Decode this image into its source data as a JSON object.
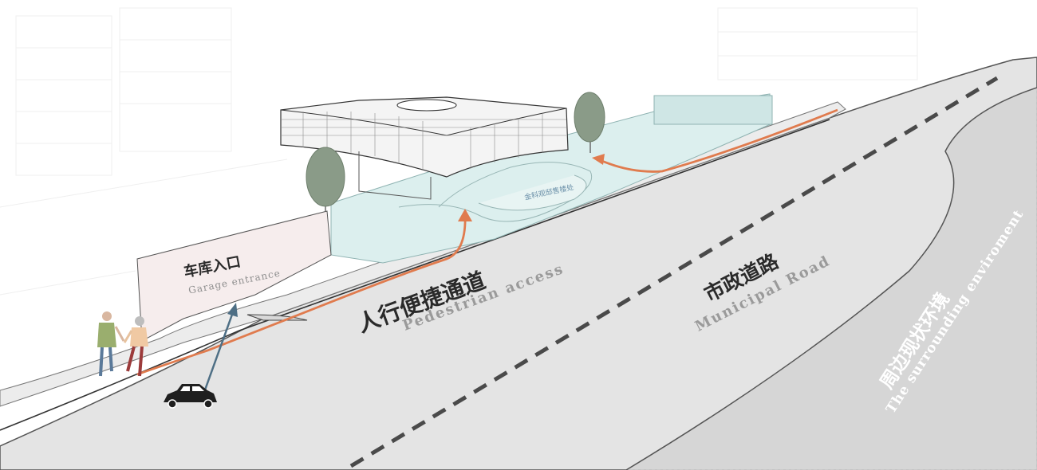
{
  "labels": {
    "garage_zh": "车库入口",
    "garage_en": "Garage entrance",
    "pedestrian_zh": "人行便捷通道",
    "pedestrian_en": "Pedestrian access",
    "road_zh": "市政道路",
    "road_en": "Municipal Road",
    "surround_zh": "周边现状环境",
    "surround_en": "The surrounding enviroment",
    "building_sign": "金科观邸售楼处"
  },
  "colors": {
    "road": "#e4e4e4",
    "surrounding": "#d6d6d6",
    "glass": "#dcefee",
    "garage_wall": "#f6eded",
    "tree": "#8a9b88",
    "pedestrian_path": "#e07b4e",
    "vehicle_arrow": "#4e6f85",
    "road_dash": "#4a4a4a"
  },
  "icons": {
    "car": "car-icon",
    "people": "elderly-couple-icon",
    "trees": "tree-icon"
  }
}
